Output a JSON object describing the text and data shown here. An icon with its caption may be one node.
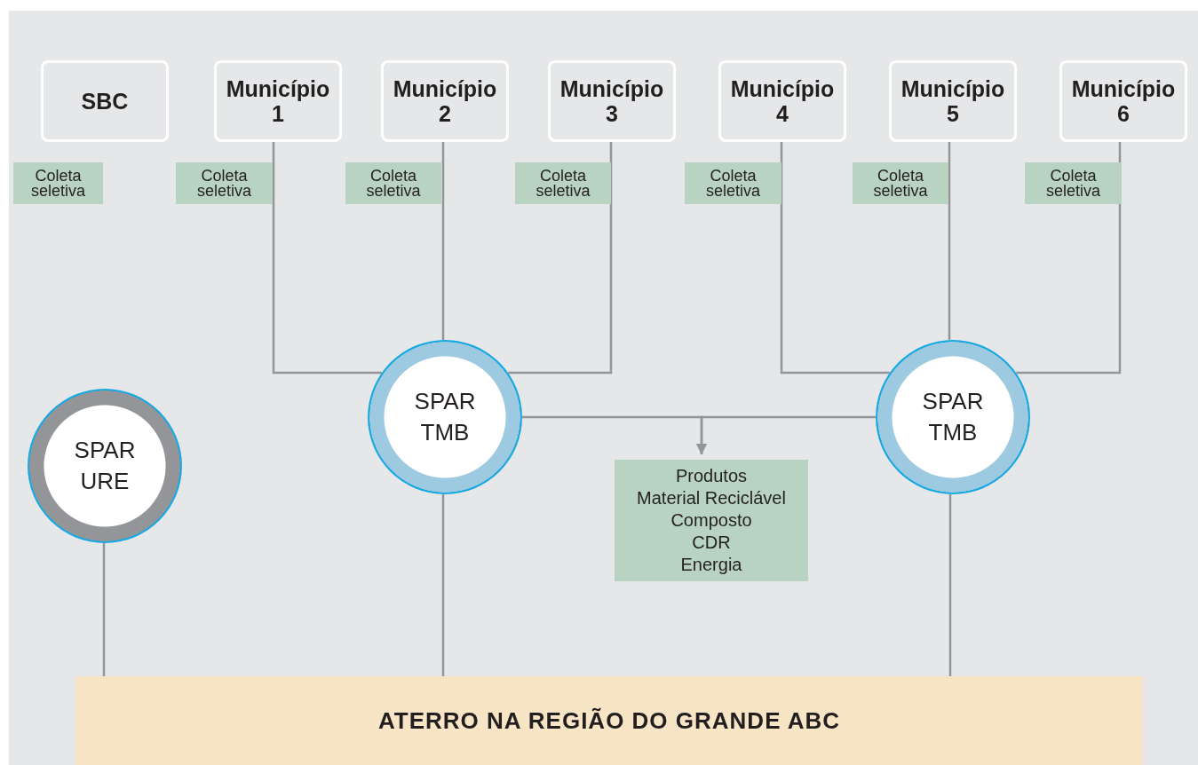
{
  "diagram": {
    "nodes": [
      {
        "text": [
          "SBC"
        ]
      },
      {
        "text": [
          "Município 1"
        ]
      },
      {
        "text": [
          "Município 2"
        ]
      },
      {
        "text": [
          "Município 3"
        ]
      },
      {
        "text": [
          "Município 4"
        ]
      },
      {
        "text": [
          "Município 5"
        ]
      },
      {
        "text": [
          "Município 6"
        ]
      },
      {
        "text": [
          "Coleta seletiva"
        ]
      },
      {
        "text": [
          "Coleta seletiva"
        ]
      },
      {
        "text": [
          "Coleta seletiva"
        ]
      },
      {
        "text": [
          "Coleta seletiva"
        ]
      },
      {
        "text": [
          "Coleta seletiva"
        ]
      },
      {
        "text": [
          "Coleta seletiva"
        ]
      },
      {
        "text": [
          "Coleta seletiva"
        ]
      },
      {
        "text": [
          "SPAR URE"
        ]
      },
      {
        "text": [
          "SPAR TMB"
        ]
      },
      {
        "text": [
          "SPAR TMB"
        ]
      },
      {
        "text": [
          "Produtos",
          "Material Reciclável",
          "Composto",
          "CDR",
          "Energia"
        ]
      },
      {
        "text": [
          "ATERRO NA REGIÃO DO GRANDE ABC"
        ]
      }
    ],
    "edges": [
      {
        "from": 1,
        "to": 15,
        "arrow": "none"
      },
      {
        "from": 2,
        "to": 15,
        "arrow": "none"
      },
      {
        "from": 3,
        "to": 15,
        "arrow": "none"
      },
      {
        "from": 4,
        "to": 16,
        "arrow": "none"
      },
      {
        "from": 5,
        "to": 16,
        "arrow": "none"
      },
      {
        "from": 6,
        "to": 16,
        "arrow": "none"
      },
      {
        "from": 15,
        "to": 17,
        "arrow": "to"
      },
      {
        "from": 16,
        "to": 17,
        "arrow": "to"
      },
      {
        "from": 14,
        "to": 18,
        "arrow": "none"
      },
      {
        "from": 15,
        "to": 18,
        "arrow": "none"
      },
      {
        "from": 16,
        "to": 18,
        "arrow": "none"
      }
    ]
  }
}
